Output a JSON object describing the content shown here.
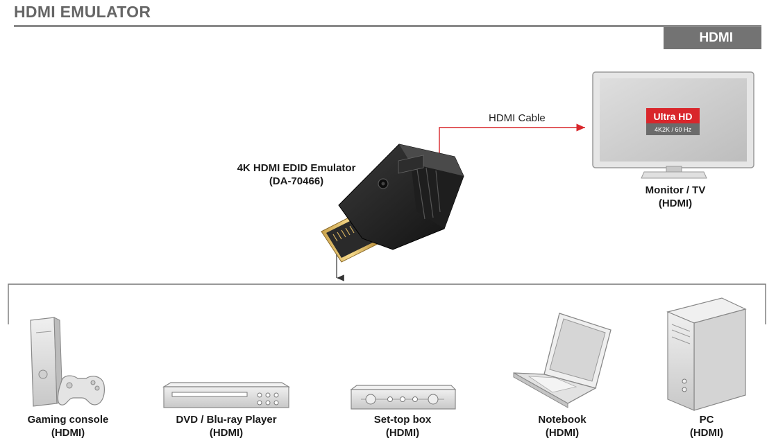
{
  "header": {
    "title": "HDMI EMULATOR",
    "badge": "HDMI"
  },
  "emulator": {
    "name": "4K HDMI EDID Emulator",
    "model": "(DA-70466)"
  },
  "cable": {
    "label": "HDMI Cable"
  },
  "monitor": {
    "name": "Monitor / TV",
    "port": "(HDMI)",
    "screen_badge_title": "Ultra HD",
    "screen_badge_sub": "4K2K / 60 Hz"
  },
  "sources": [
    {
      "name": "Gaming console",
      "port": "(HDMI)",
      "icon": "gaming-console-icon"
    },
    {
      "name": "DVD / Blu-ray Player",
      "port": "(HDMI)",
      "icon": "dvd-player-icon"
    },
    {
      "name": "Set-top box",
      "port": "(HDMI)",
      "icon": "set-top-box-icon"
    },
    {
      "name": "Notebook",
      "port": "(HDMI)",
      "icon": "notebook-icon"
    },
    {
      "name": "PC",
      "port": "(HDMI)",
      "icon": "pc-tower-icon"
    }
  ],
  "colors": {
    "title": "#666666",
    "badge_bg": "#737373",
    "cable_arrow": "#d9262b",
    "ultra_hd_red": "#d9262b"
  }
}
